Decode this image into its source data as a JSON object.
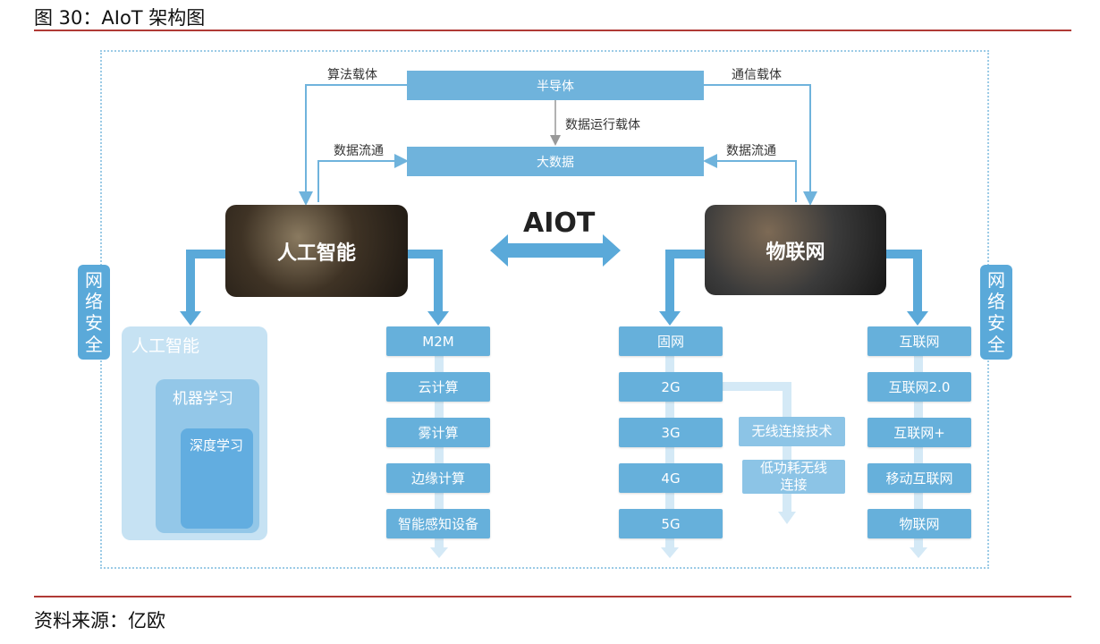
{
  "header": {
    "title": "图 30：AIoT 架构图",
    "source": "资料来源：亿欧"
  },
  "diagram": {
    "top_bar": "半导体",
    "mid_bar": "大数据",
    "edge_labels": {
      "algo": "算法载体",
      "comm": "通信载体",
      "run": "数据运行载体",
      "flow_left": "数据流通",
      "flow_right": "数据流通"
    },
    "center": "AIOT",
    "ai_node": "人工智能",
    "iot_node": "物联网",
    "security_left": [
      "网",
      "络",
      "安",
      "全"
    ],
    "security_right": [
      "网",
      "络",
      "安",
      "全"
    ],
    "ai_nested": {
      "outer": "人工智能",
      "middle": "机器学习",
      "inner": "深度学习"
    },
    "ai_items": [
      "M2M",
      "云计算",
      "雾计算",
      "边缘计算",
      "智能感知设备"
    ],
    "network_items": [
      "固网",
      "2G",
      "3G",
      "4G",
      "5G"
    ],
    "wireless_items": [
      "无线连接技术",
      "低功耗无线\n连接"
    ],
    "internet_items": [
      "互联网",
      "互联网2.0",
      "互联网+",
      "移动互联网",
      "物联网"
    ],
    "colors": {
      "accent": "#6fb3dc",
      "rule": "#b03a35",
      "frame": "#9ccbe6"
    }
  }
}
